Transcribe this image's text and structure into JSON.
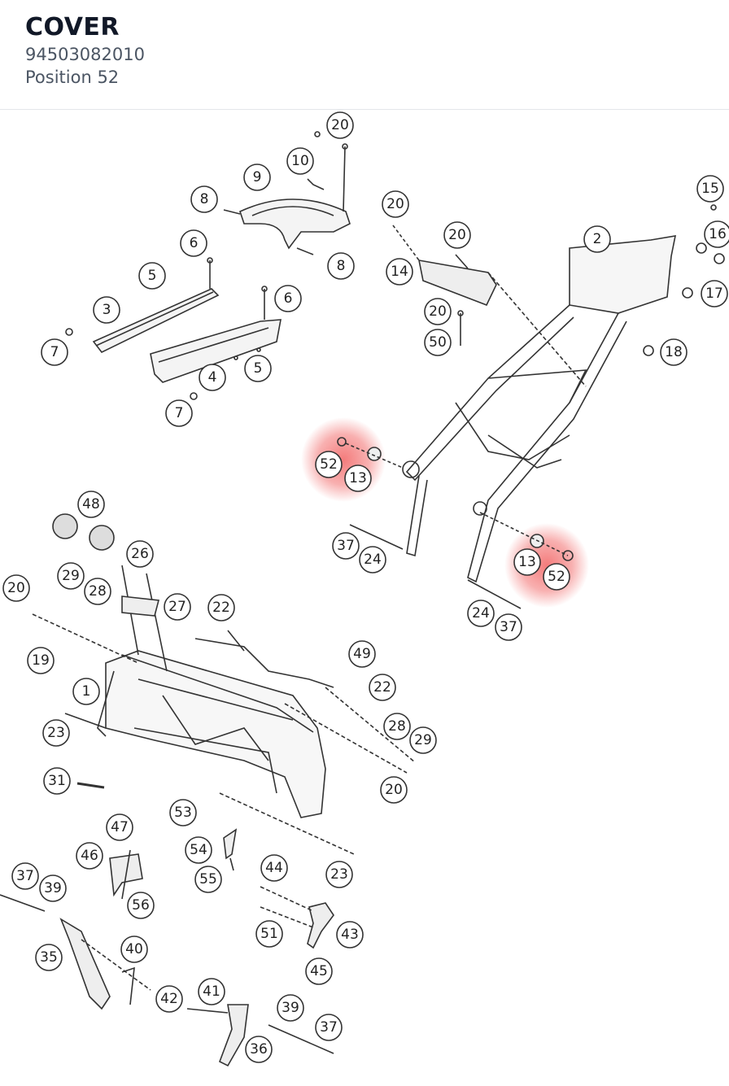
{
  "header": {
    "title": "COVER",
    "part_number": "94503082010",
    "position": "Position 52"
  },
  "highlight": {
    "color": "#f05050",
    "label": "52"
  },
  "callouts": [
    "20",
    "10",
    "9",
    "8",
    "20",
    "15",
    "20",
    "2",
    "16",
    "6",
    "8",
    "14",
    "5",
    "6",
    "17",
    "3",
    "20",
    "50",
    "18",
    "7",
    "5",
    "4",
    "7",
    "52",
    "13",
    "48",
    "37",
    "24",
    "26",
    "13",
    "52",
    "29",
    "20",
    "28",
    "27",
    "22",
    "24",
    "37",
    "49",
    "19",
    "22",
    "1",
    "28",
    "23",
    "29",
    "31",
    "20",
    "53",
    "47",
    "54",
    "23",
    "46",
    "44",
    "55",
    "37",
    "39",
    "56",
    "43",
    "51",
    "45",
    "40",
    "35",
    "41",
    "42",
    "39",
    "37",
    "36"
  ]
}
